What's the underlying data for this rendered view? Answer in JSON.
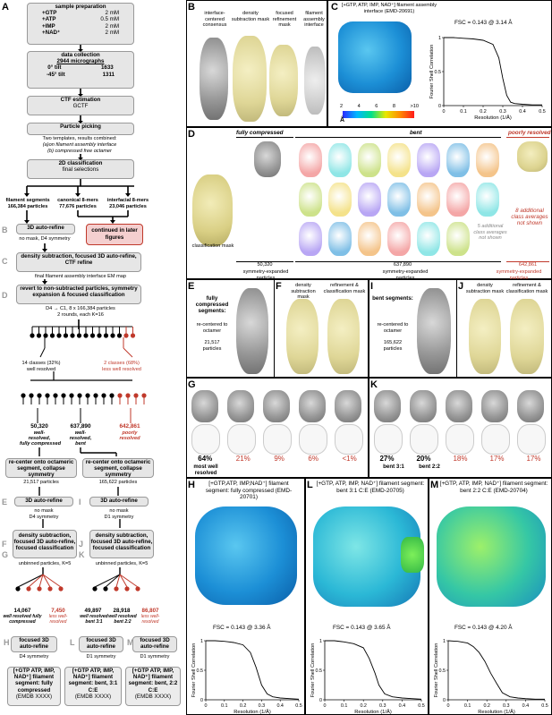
{
  "panels": {
    "A": "A",
    "B": "B",
    "C": "C",
    "D": "D",
    "E": "E",
    "F": "F",
    "G": "G",
    "H": "H",
    "I": "I",
    "J": "J",
    "K": "K",
    "L": "L",
    "M": "M"
  },
  "flow": {
    "sample_prep": "sample preparation",
    "reagents": [
      {
        "name": "+GTP",
        "conc": "2 mM"
      },
      {
        "name": "+ATP",
        "conc": "0.5 mM"
      },
      {
        "name": "+IMP",
        "conc": "2 mM"
      },
      {
        "name": "+NAD⁺",
        "conc": "2 mM"
      }
    ],
    "data_collection": "data collection",
    "micrographs": "2944 micrographs",
    "tilt0": "0° tilt",
    "tilt0_n": "1633",
    "tilt45": "-45° tilt",
    "tilt45_n": "1311",
    "ctf": "CTF estimation",
    "gctf": "GCTF",
    "picking": "Particle picking",
    "picking_note1": "Two templates, results combined:",
    "picking_note2": "(a)on filament assembly interface",
    "picking_note3": "(b) compressed free octamer",
    "class2d": "2D classification",
    "final_selections": "final selections",
    "fs_label": "filament segments",
    "fs_n": "166,384 particles",
    "c8_label": "canonical 8-mers",
    "c8_n": "77,676 particles",
    "i8_label": "interfacial 8-mers",
    "i8_n": "23,046 particles",
    "continued": "continued in later figures",
    "b_refine": "3D auto-refine",
    "b_refine_note": "no mask, D4 symmetry",
    "c_box": "density subtraction, focused 3D auto-refine, CTF refine",
    "c_note": "final filament assembly interface EM map",
    "d_box": "revert to non-subtracted particles, symmetry expansion & focused classification",
    "d_note1": "D4 → C1, 8 x 166,384 particles",
    "d_note2": "2 rounds, each K=16",
    "cls14": "14 classes (32%)",
    "cls14b": "well resolved",
    "cls2": "2 classes (68%)",
    "cls2b": "less well resolved",
    "n50320": "50,320",
    "n50320_l1": "well-",
    "n50320_l2": "resolved,",
    "n50320_l3": "fully compressed",
    "n637890": "637,890",
    "n637890_l1": "well-",
    "n637890_l2": "resolved,",
    "n637890_l3": "bent",
    "n642861": "642,861",
    "n642861_l1": "poorly",
    "n642861_l2": "resolved",
    "recenter1": "re-center onto octameric segment, collapse symmetry",
    "recenter1_n": "21,517 particles",
    "recenter2": "re-center onto octameric segment, collapse symmetry",
    "recenter2_n": "165,622 particles",
    "e_refine": "3D auto-refine",
    "e_note1": "no mask",
    "e_note2": "D4 symmetry",
    "i_refine": "3D auto-refine",
    "i_note1": "no mask",
    "i_note2": "D1 symmetry",
    "fg_box": "density subtraction, focused 3D auto-refine, focused classification",
    "fg_note": "unbinned particles, K=5",
    "jk_box": "density subtraction, focused 3D auto-refine, focused classification",
    "jk_note": "unbinned particles, K=5",
    "n14067": "14,067",
    "n14067_l": "well resolved fully compressed",
    "n7450": "7,450",
    "n7450_l": "less well-resolved",
    "n49897": "49,897",
    "n49897_l": "well resolved bent 3:1",
    "n28918": "28,918",
    "n28918_l": "well resolved bent 2:2",
    "n86807": "86,807",
    "n86807_l": "less well-resolved",
    "h_refine": "focused 3D auto-refine",
    "h_note": "D4 symmetry",
    "l_refine": "focused 3D auto-refine",
    "l_note": "D1 symmetry",
    "m_refine": "focused 3D auto-refine",
    "m_note": "D1 symmetry",
    "out1": "[+GTP ATP, IMP, NAD⁺] filament segment: fully compressed",
    "out1_id": "(EMDB XXXX)",
    "out2": "[+GTP ATP, IMP, NAD⁺] filament segment: bent, 3:1 C:E",
    "out2_id": "(EMDB XXXX)",
    "out3": "[+GTP ATP, IMP, NAD⁺] filament segment: bent, 2:2 C:E",
    "out3_id": "(EMDB XXXX)",
    "letters": {
      "B": "B",
      "C": "C",
      "D": "D",
      "E": "E",
      "F": "F",
      "G": "G",
      "H": "H",
      "I": "I",
      "J": "J",
      "K": "K",
      "L": "L",
      "M": "M"
    }
  },
  "B": {
    "labels": [
      "interface-centered consensus",
      "density subtraction mask",
      "focused refinement mask",
      "filament assembly interface"
    ]
  },
  "C": {
    "title": "[+GTP, ATP, IMP, NAD⁺] filament assembly interface (EMD-20691)",
    "fsc": "FSC = 0.143 @ 3.14 Å",
    "scale_ticks": [
      "2",
      "4",
      "6",
      "8",
      ">10"
    ],
    "scale_unit": "Å"
  },
  "D": {
    "fully": "fully compressed",
    "bent": "bent",
    "poor": "poorly resolved",
    "mask": "classification mask",
    "n1": "50,320",
    "n2": "637,890",
    "n3": "642,861",
    "sym": "symmetry-expanded particles",
    "note5": "5 additional class averages not shown",
    "note8": "8 additional class averages not shown"
  },
  "E": {
    "title": "fully compressed segments:",
    "recentered": "re-centered to octamer",
    "n": "21,517",
    "particles": "particles"
  },
  "F": {
    "col1": "density subtraction mask",
    "col2": "refinement & classification mask"
  },
  "I": {
    "title": "bent segments:",
    "recentered": "re-centered to octamer",
    "n": "165,622",
    "particles": "particles"
  },
  "J": {
    "col1": "density subtraction mask",
    "col2": "refinement & classification mask"
  },
  "G": {
    "pcts": [
      "64%",
      "21%",
      "9%",
      "6%",
      "<1%"
    ],
    "note": "most well resolved"
  },
  "K": {
    "pcts": [
      "27%",
      "20%",
      "18%",
      "17%",
      "17%"
    ],
    "labels": [
      "bent 3:1",
      "bent 2:2"
    ]
  },
  "H": {
    "title": "[+GTP,ATP, IMP,NAD⁺] filament segment: fully compressed (EMD-20701)",
    "fsc": "FSC = 0.143 @ 3.36 Å"
  },
  "L": {
    "title": "[+GTP, ATP, IMP, NAD⁺] filament segment: bent 3:1 C:E (EMD-20705)",
    "fsc": "FSC = 0.143 @ 3.65 Å"
  },
  "M": {
    "title": "[+GTP, ATP, IMP, NAD⁺] filament segment: bent 2:2 C:E (EMD-20704)",
    "fsc": "FSC = 0.143 @ 4.20 Å"
  },
  "axes": {
    "xlabel": "Resolution (1/Å)",
    "ylabel": "Fourier Shell Correlation",
    "xticks": [
      "0",
      "0.1",
      "0.2",
      "0.3",
      "0.4",
      "0.5"
    ],
    "yticks": [
      "0",
      "0.5",
      "1"
    ]
  },
  "chart_data": [
    {
      "type": "line",
      "panel": "C",
      "x": [
        0,
        0.05,
        0.1,
        0.15,
        0.2,
        0.25,
        0.28,
        0.3,
        0.32,
        0.34,
        0.36,
        0.4,
        0.45,
        0.5
      ],
      "y": [
        1,
        1,
        0.99,
        0.98,
        0.96,
        0.9,
        0.7,
        0.4,
        0.15,
        0.05,
        0.03,
        0.02,
        0.01,
        0.01
      ],
      "xlim": [
        0,
        0.5
      ],
      "ylim": [
        0,
        1
      ]
    },
    {
      "type": "line",
      "panel": "H",
      "x": [
        0,
        0.05,
        0.1,
        0.15,
        0.2,
        0.24,
        0.27,
        0.3,
        0.33,
        0.36,
        0.4,
        0.45,
        0.5
      ],
      "y": [
        1,
        1,
        0.99,
        0.97,
        0.93,
        0.8,
        0.55,
        0.25,
        0.1,
        0.05,
        0.03,
        0.02,
        0.01
      ],
      "xlim": [
        0,
        0.5
      ],
      "ylim": [
        0,
        1
      ]
    },
    {
      "type": "line",
      "panel": "L",
      "x": [
        0,
        0.05,
        0.1,
        0.15,
        0.2,
        0.23,
        0.26,
        0.28,
        0.31,
        0.35,
        0.4,
        0.45,
        0.5
      ],
      "y": [
        1,
        1,
        0.98,
        0.95,
        0.88,
        0.7,
        0.45,
        0.25,
        0.1,
        0.05,
        0.03,
        0.02,
        0.01
      ],
      "xlim": [
        0,
        0.5
      ],
      "ylim": [
        0,
        1
      ]
    },
    {
      "type": "line",
      "panel": "M",
      "x": [
        0,
        0.05,
        0.1,
        0.13,
        0.16,
        0.19,
        0.22,
        0.25,
        0.28,
        0.32,
        0.36,
        0.4,
        0.45,
        0.5
      ],
      "y": [
        1,
        0.99,
        0.96,
        0.9,
        0.8,
        0.65,
        0.45,
        0.28,
        0.12,
        0.05,
        0.03,
        0.02,
        0.01,
        0.01
      ],
      "xlim": [
        0,
        0.5
      ],
      "ylim": [
        0,
        1
      ]
    }
  ]
}
